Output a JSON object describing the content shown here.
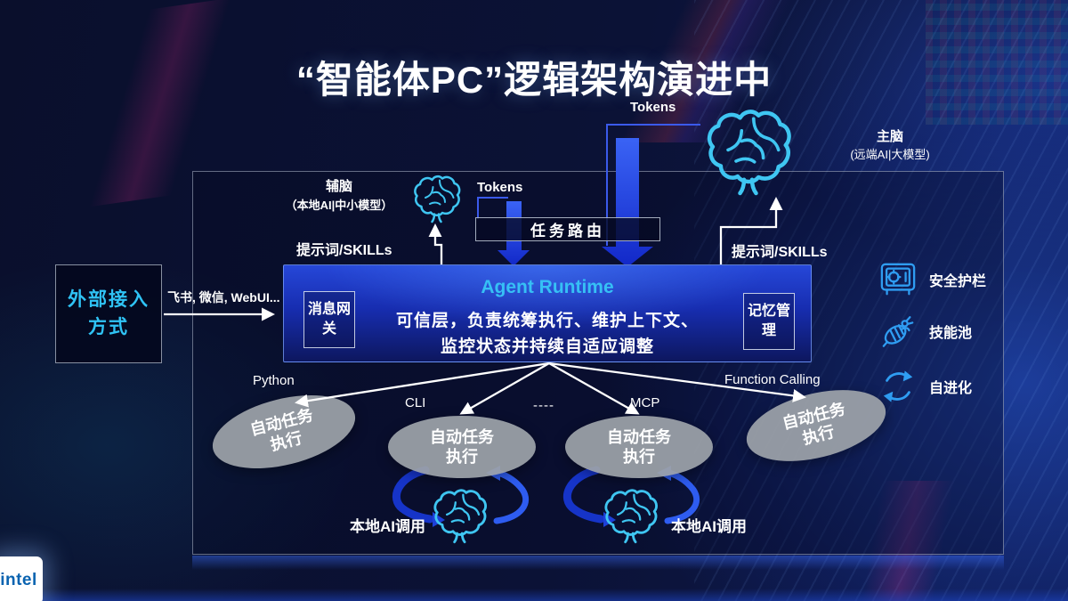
{
  "title": "“智能体PC”逻辑架构演进中",
  "external": {
    "box_label": "外部接入方式",
    "channels_label": "飞书, 微信, WebUI..."
  },
  "aux_brain": {
    "name": "辅脑",
    "subtitle": "（本地AI|中小模型）",
    "tokens_label": "Tokens",
    "prompt_label": "提示词/SKILLs"
  },
  "main_brain": {
    "name": "主脑",
    "subtitle": "(远端AI|大模型)",
    "tokens_label": "Tokens",
    "prompt_label": "提示词/SKILLs"
  },
  "task_router_label": "任务路由",
  "runtime": {
    "title": "Agent Runtime",
    "desc_line1": "可信层，负责统筹执行、维护上下文、",
    "desc_line2": "监控状态并持续自适应调整",
    "gateway_label": "消息网关",
    "memory_label": "记忆管理"
  },
  "protocols": {
    "python": "Python",
    "cli": "CLI",
    "more": "----",
    "mcp": "MCP",
    "function_calling": "Function Calling"
  },
  "task_nodes": [
    "自动任务执行",
    "自动任务执行",
    "自动任务执行",
    "自动任务执行"
  ],
  "local_ai": {
    "left_label": "本地AI调用",
    "right_label": "本地AI调用"
  },
  "capabilities": [
    {
      "icon": "safe-icon",
      "label": "安全护栏"
    },
    {
      "icon": "bee-icon",
      "label": "技能池"
    },
    {
      "icon": "recycle-icon",
      "label": "自进化"
    }
  ],
  "brand": {
    "logo_text": "intel"
  },
  "colors": {
    "background": "#0a1133",
    "accent_cyan": "#2fc3f5",
    "brain_cyan": "#3fc6f2",
    "arrow_blue": "#2443e6",
    "loop_blue_dark": "#1634c8",
    "loop_blue_light": "#2e5cf0",
    "ellipse_gray": "#9da2a9",
    "runtime_blue": "#1f3bd0",
    "icon_blue": "#2f9df2",
    "intel_blue": "#0a63b0"
  }
}
